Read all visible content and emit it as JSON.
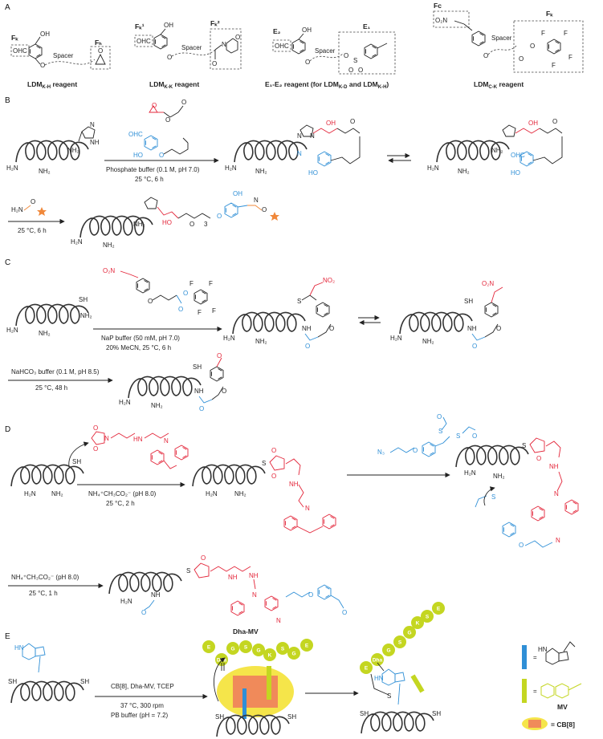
{
  "panels": {
    "a": {
      "letter": "A",
      "reagents": [
        {
          "label": "LDM",
          "sub": "K-H",
          "suffix": " reagent",
          "tags": [
            "Fₖ",
            "OHC",
            "OH",
            "Spacer",
            "Fₕ"
          ]
        },
        {
          "label": "LDM",
          "sub": "K-K",
          "suffix": " reagent",
          "tags": [
            "Fₖ¹",
            "OHC",
            "OH",
            "Spacer",
            "Fₖ²"
          ]
        },
        {
          "label": "E₁-E₂ reagent (for LDM",
          "sub": "K-D",
          "mid": " and LDM",
          "sub2": "K-H",
          "suffix": ")",
          "tags": [
            "E₂",
            "OHC",
            "OH",
            "Spacer",
            "E₁"
          ]
        },
        {
          "label": "LDM",
          "sub": "C-K",
          "suffix": " reagent",
          "tags": [
            "Fᴄ",
            "O₂N",
            "Spacer",
            "Fₖ"
          ]
        }
      ],
      "atoms": {
        "O": "O",
        "N": "N",
        "S": "S",
        "F": "F"
      }
    },
    "b": {
      "letter": "B",
      "cond1": [
        "Phosphate buffer (0.1 M, pH 7.0)",
        "25 °C, 6 h"
      ],
      "cond2": [
        "25 °C, 6 h"
      ],
      "labels": {
        "nh2": "NH₂",
        "h2n": "H₂N",
        "n": "N",
        "nh": "NH",
        "oh": "OH",
        "ho": "HO",
        "ohc": "OHC",
        "o": "O",
        "h2no": "H₂N",
        "n3": "3"
      }
    },
    "c": {
      "letter": "C",
      "cond1": [
        "NaP buffer (50 mM, pH 7.0)",
        "20% MeCN, 25 °C, 6 h"
      ],
      "cond2": [
        "NaHCO₃ buffer (0.1 M, pH 8.5)",
        "25 °C, 48 h"
      ],
      "labels": {
        "sh": "SH",
        "s": "S",
        "no2": "NO₂",
        "o2n": "O₂N",
        "nh": "NH",
        "f": "F",
        "o": "O",
        "h2n": "H₂N",
        "nh2": "NH₂"
      }
    },
    "d": {
      "letter": "D",
      "cond1": [
        "NH₄⁺CH₃CO₂⁻ (pH 8.0)",
        "25 °C, 2 h"
      ],
      "cond2": [
        "NH₄⁺CH₃CO₂⁻ (pH 8.0)",
        "25 °C, 1 h"
      ],
      "labels": {
        "sh": "SH",
        "s": "S",
        "nh2": "NH₂",
        "h2n": "H₂N",
        "n": "N",
        "o": "O",
        "n3": "N₃",
        "nh": "NH",
        "hn": "HN"
      }
    },
    "e": {
      "letter": "E",
      "cond": [
        "CB[8], Dha-MV, TCEP",
        "37 °C, 300 rpm",
        "PB buffer (pH = 7.2)"
      ],
      "complex_title": "Dha-MV",
      "peptide": [
        "E",
        "Dha",
        "G",
        "S",
        "G",
        "K",
        "S",
        "G",
        "E"
      ],
      "peptide2": [
        "E",
        "Dha",
        "G",
        "S",
        "G",
        "K",
        "S",
        "E"
      ],
      "labels": {
        "sh": "SH",
        "hn": "HN",
        "s": "S"
      },
      "legend": {
        "trp": "= ",
        "mv_label": "MV",
        "cb8": "= CB[8]",
        "hn": "HN",
        "eq": "="
      }
    }
  },
  "colors": {
    "red": "#e3263a",
    "blue": "#2f8fd6",
    "orange": "#f0883a",
    "lime": "#c4d621",
    "cb8_fill": "#f5e54a",
    "cb8_core": "#f08a5a"
  }
}
